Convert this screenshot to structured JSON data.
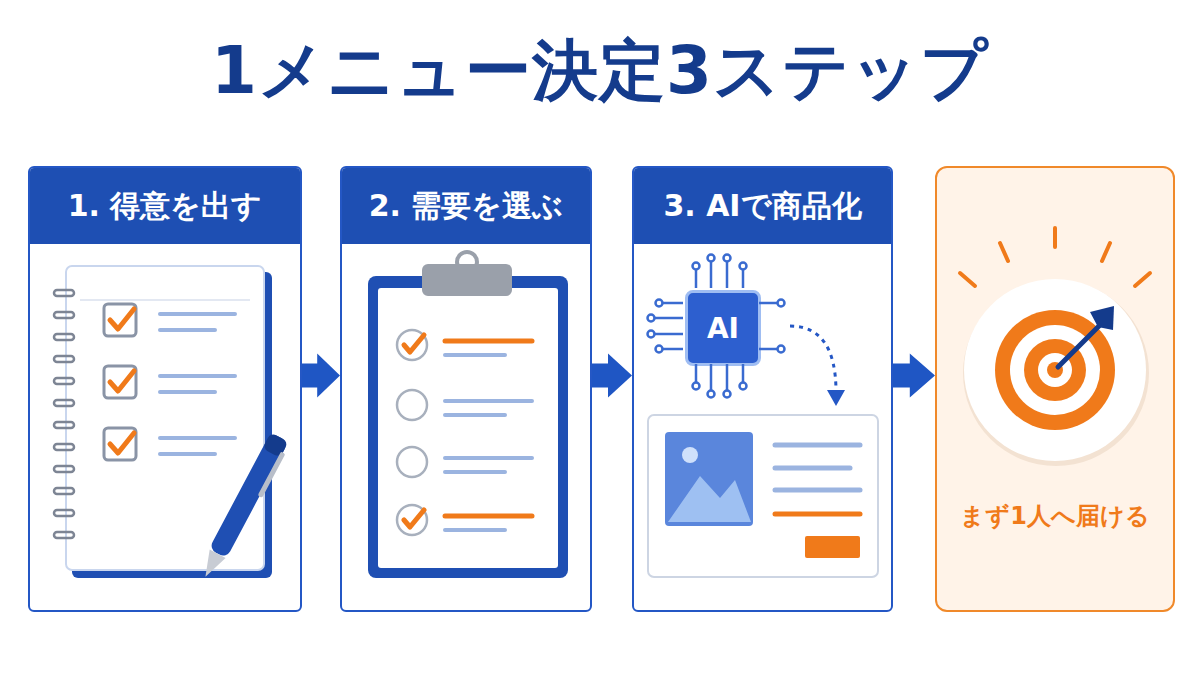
{
  "diagram": {
    "title": "1メニュー決定3ステップ",
    "nodes": [
      {
        "text": [
          "1. 得意を出す"
        ]
      },
      {
        "text": [
          "2. 需要を選ぶ"
        ]
      },
      {
        "text": [
          "3. AIで商品化"
        ]
      },
      {
        "text": [
          "AI"
        ],
        "in": 2
      },
      {
        "text": [
          "まず1人へ届ける"
        ]
      }
    ],
    "edges": [
      {
        "from": 0,
        "to": 1,
        "arrow": "to"
      },
      {
        "from": 1,
        "to": 2,
        "arrow": "to"
      },
      {
        "from": 2,
        "to": 4,
        "arrow": "to"
      }
    ]
  }
}
